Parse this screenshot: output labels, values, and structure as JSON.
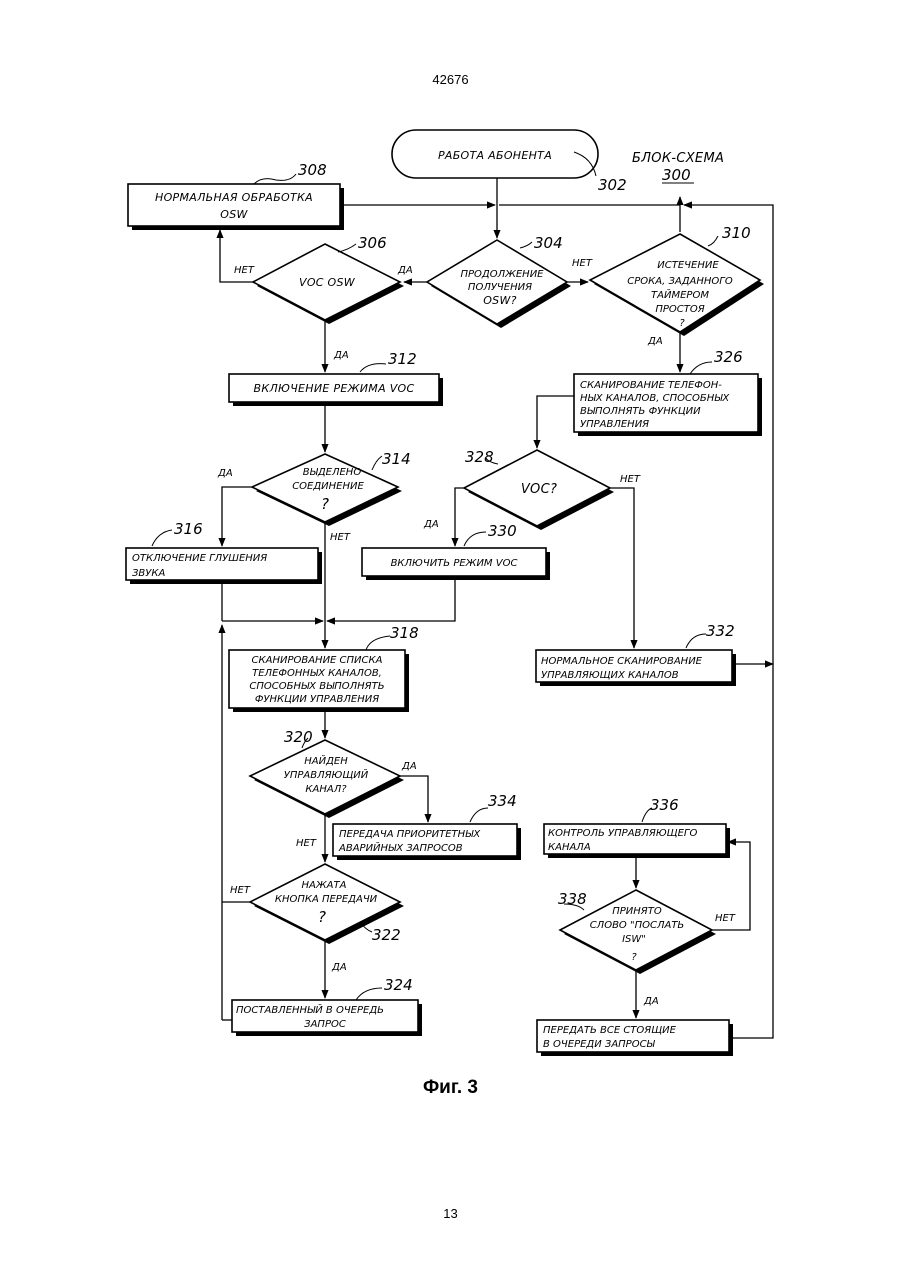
{
  "page": {
    "header": "42676",
    "caption": "Фиг. 3",
    "page_number": "13"
  },
  "diagram": {
    "title": "БЛОК-СХЕМА",
    "title_ref": "300",
    "start": {
      "ref": "302",
      "lines": [
        "РАБОТА АБОНЕНТА"
      ]
    },
    "b308": {
      "ref": "308",
      "lines": [
        "НОРМАЛЬНАЯ ОБРАБОТКА",
        "OSW"
      ]
    },
    "d304": {
      "ref": "304",
      "lines": [
        "ПРОДОЛЖЕНИЕ",
        "ПОЛУЧЕНИЯ",
        "OSW?"
      ]
    },
    "d306": {
      "ref": "306",
      "lines": [
        "VOC OSW"
      ]
    },
    "d310": {
      "ref": "310",
      "lines": [
        "ИСТЕЧЕНИЕ",
        "СРОКА, ЗАДАННОГО",
        "ТАЙМЕРОМ",
        "ПРОСТОЯ",
        "?"
      ]
    },
    "b312": {
      "ref": "312",
      "lines": [
        "ВКЛЮЧЕНИЕ РЕЖИМА VOC"
      ]
    },
    "b326": {
      "ref": "326",
      "lines": [
        "СКАНИРОВАНИЕ ТЕЛЕФОН-",
        "НЫХ КАНАЛОВ, СПОСОБНЫХ",
        "ВЫПОЛНЯТЬ ФУНКЦИИ",
        "УПРАВЛЕНИЯ"
      ]
    },
    "d314": {
      "ref": "314",
      "lines": [
        "ВЫДЕЛЕНО",
        "СОЕДИНЕНИЕ",
        "?"
      ]
    },
    "d328": {
      "ref": "328",
      "lines": [
        "VOC?"
      ]
    },
    "b316": {
      "ref": "316",
      "lines": [
        "ОТКЛЮЧЕНИЕ ГЛУШЕНИЯ",
        "ЗВУКА"
      ]
    },
    "b330": {
      "ref": "330",
      "lines": [
        "ВКЛЮЧИТЬ РЕЖИМ VOC"
      ]
    },
    "b318": {
      "ref": "318",
      "lines": [
        "СКАНИРОВАНИЕ СПИСКА",
        "ТЕЛЕФОННЫХ КАНАЛОВ,",
        "СПОСОБНЫХ ВЫПОЛНЯТЬ",
        "ФУНКЦИИ УПРАВЛЕНИЯ"
      ]
    },
    "b332": {
      "ref": "332",
      "lines": [
        "НОРМАЛЬНОЕ СКАНИРОВАНИЕ",
        "УПРАВЛЯЮЩИХ КАНАЛОВ"
      ]
    },
    "d320": {
      "ref": "320",
      "lines": [
        "НАЙДЕН",
        "УПРАВЛЯЮЩИЙ",
        "КАНАЛ?"
      ]
    },
    "b334": {
      "ref": "334",
      "lines": [
        "ПЕРЕДАЧА ПРИОРИТЕТНЫХ",
        "АВАРИЙНЫХ ЗАПРОСОВ"
      ]
    },
    "b336": {
      "ref": "336",
      "lines": [
        "КОНТРОЛЬ УПРАВЛЯЮЩЕГО",
        "КАНАЛА"
      ]
    },
    "d322": {
      "ref": "322",
      "lines": [
        "НАЖАТА",
        "КНОПКА ПЕРЕДАЧИ",
        "?"
      ]
    },
    "d338": {
      "ref": "338",
      "lines": [
        "ПРИНЯТО",
        "СЛОВО \"ПОСЛАТЬ",
        "ISW\"",
        "?"
      ]
    },
    "b324": {
      "ref": "324",
      "lines": [
        "ПОСТАВЛЕННЫЙ В ОЧЕРЕДЬ",
        "ЗАПРОС"
      ]
    },
    "b340": {
      "lines": [
        "ПЕРЕДАТЬ ВСЕ СТОЯЩИЕ",
        "В ОЧЕРЕДИ ЗАПРОСЫ"
      ]
    },
    "yes": "ДА",
    "no": "НЕТ"
  }
}
